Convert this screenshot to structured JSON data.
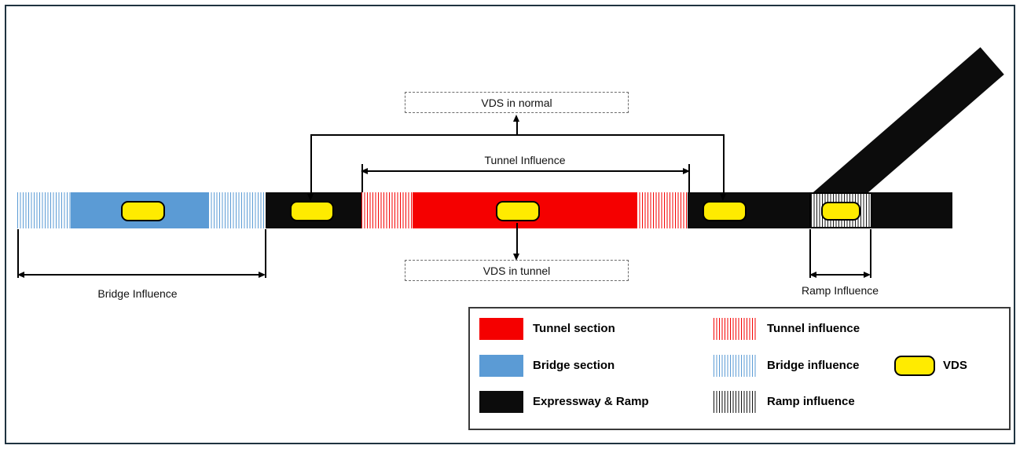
{
  "diagram": {
    "labels": {
      "vds_in_normal": "VDS in normal",
      "vds_in_tunnel": "VDS in tunnel",
      "tunnel_influence": "Tunnel Influence",
      "bridge_influence": "Bridge Influence",
      "ramp_influence": "Ramp Influence"
    },
    "road_sections": [
      "bridge-influence",
      "bridge-section",
      "bridge-influence",
      "expressway",
      "tunnel-influence",
      "tunnel-section",
      "tunnel-influence",
      "expressway",
      "ramp-influence",
      "expressway",
      "ramp"
    ],
    "vds_locations": [
      "bridge",
      "normal-left-of-tunnel",
      "tunnel",
      "normal-right-of-tunnel",
      "ramp"
    ],
    "colors": {
      "tunnel_red": "#f50000",
      "bridge_blue": "#5b9bd5",
      "road_black": "#0c0c0c",
      "vds_yellow": "#ffeb00",
      "frame_border": "#1f3340",
      "dash_gray": "#6b6b6b"
    },
    "legend": {
      "items": [
        {
          "label": "Tunnel section",
          "swatch": "tunnel-solid"
        },
        {
          "label": "Tunnel influence",
          "swatch": "tunnel-hatch"
        },
        {
          "label": "Bridge section",
          "swatch": "bridge-solid"
        },
        {
          "label": "Bridge influence",
          "swatch": "bridge-hatch"
        },
        {
          "label": "VDS",
          "swatch": "vds"
        },
        {
          "label": "Expressway & Ramp",
          "swatch": "road-solid"
        },
        {
          "label": "Ramp influence",
          "swatch": "ramp-hatch"
        }
      ]
    }
  }
}
